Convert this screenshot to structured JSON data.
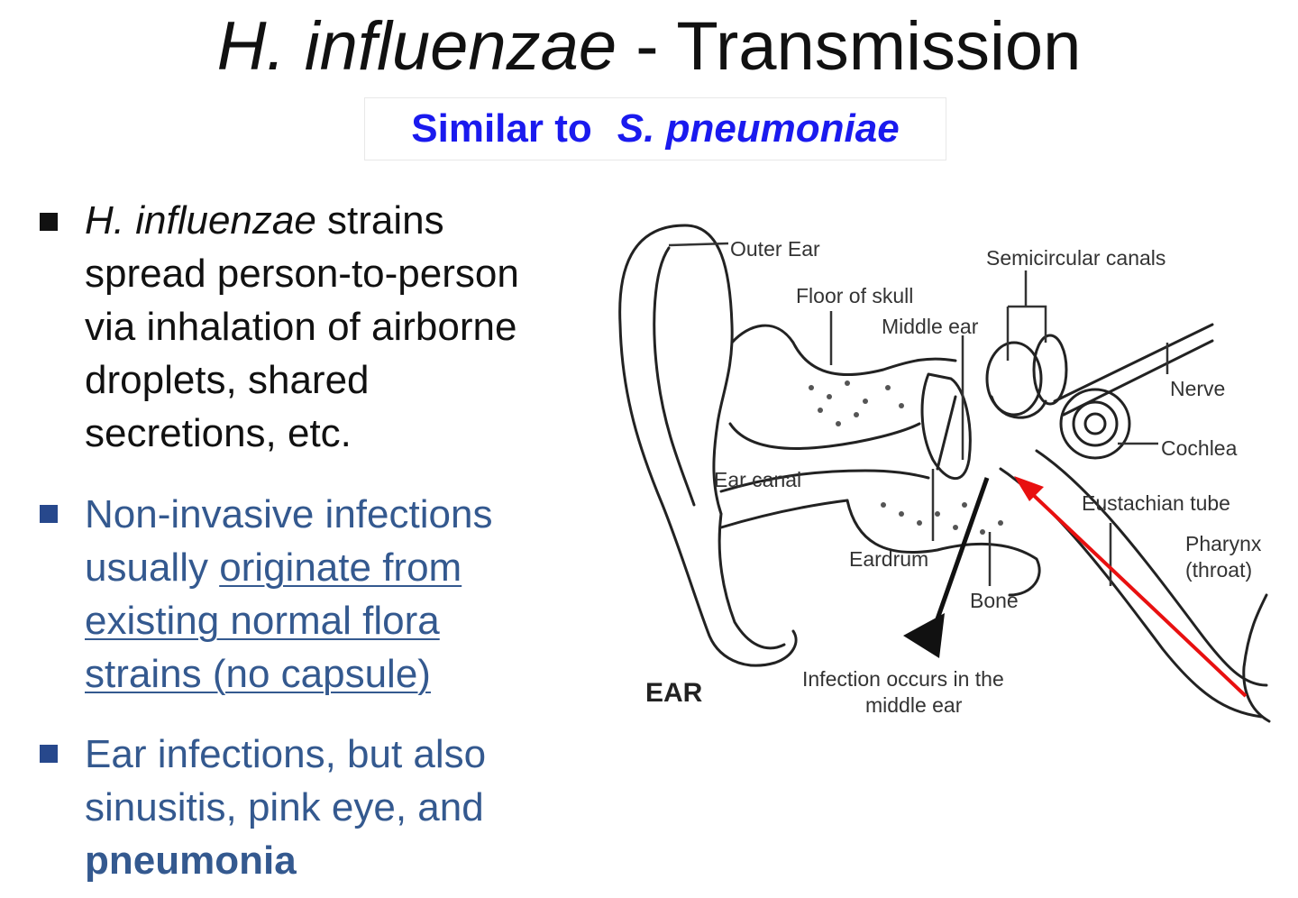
{
  "title": {
    "italic_part": "H. influenzae",
    "rest": " - Transmission"
  },
  "subtitle": {
    "plain": "Similar to",
    "italic": "S. pneumoniae"
  },
  "bullets": [
    {
      "line1_italic": "H. influenzae",
      "line1_rest": " strains",
      "line2": "spread person-to-person",
      "line3": "via inhalation of airborne",
      "line4": "droplets, shared",
      "line5": "secretions, etc."
    },
    {
      "line1": "Non-invasive infections",
      "line2_plain": "usually ",
      "line2_underlined": "originate from",
      "line3": "existing normal flora",
      "line4": "strains (no capsule)"
    },
    {
      "line1": "Ear infections, but also",
      "line2": "sinusitis, pink eye, and",
      "line3_bold": "pneumonia"
    }
  ],
  "diagram": {
    "labels": {
      "outer_ear": "Outer Ear",
      "semicircular_canals": "Semicircular canals",
      "floor_of_skull": "Floor of skull",
      "middle_ear": "Middle ear",
      "nerve": "Nerve",
      "cochlea": "Cochlea",
      "ear_canal": "Ear canal",
      "eustachian_tube": "Eustachian tube",
      "pharynx": "Pharynx",
      "throat": "(throat)",
      "eardrum": "Eardrum",
      "bone": "Bone",
      "ear": "EAR",
      "infection_line1": "Infection occurs in the",
      "infection_line2": "middle ear"
    },
    "colors": {
      "arrow": "#e81010",
      "outline": "#222222"
    }
  }
}
